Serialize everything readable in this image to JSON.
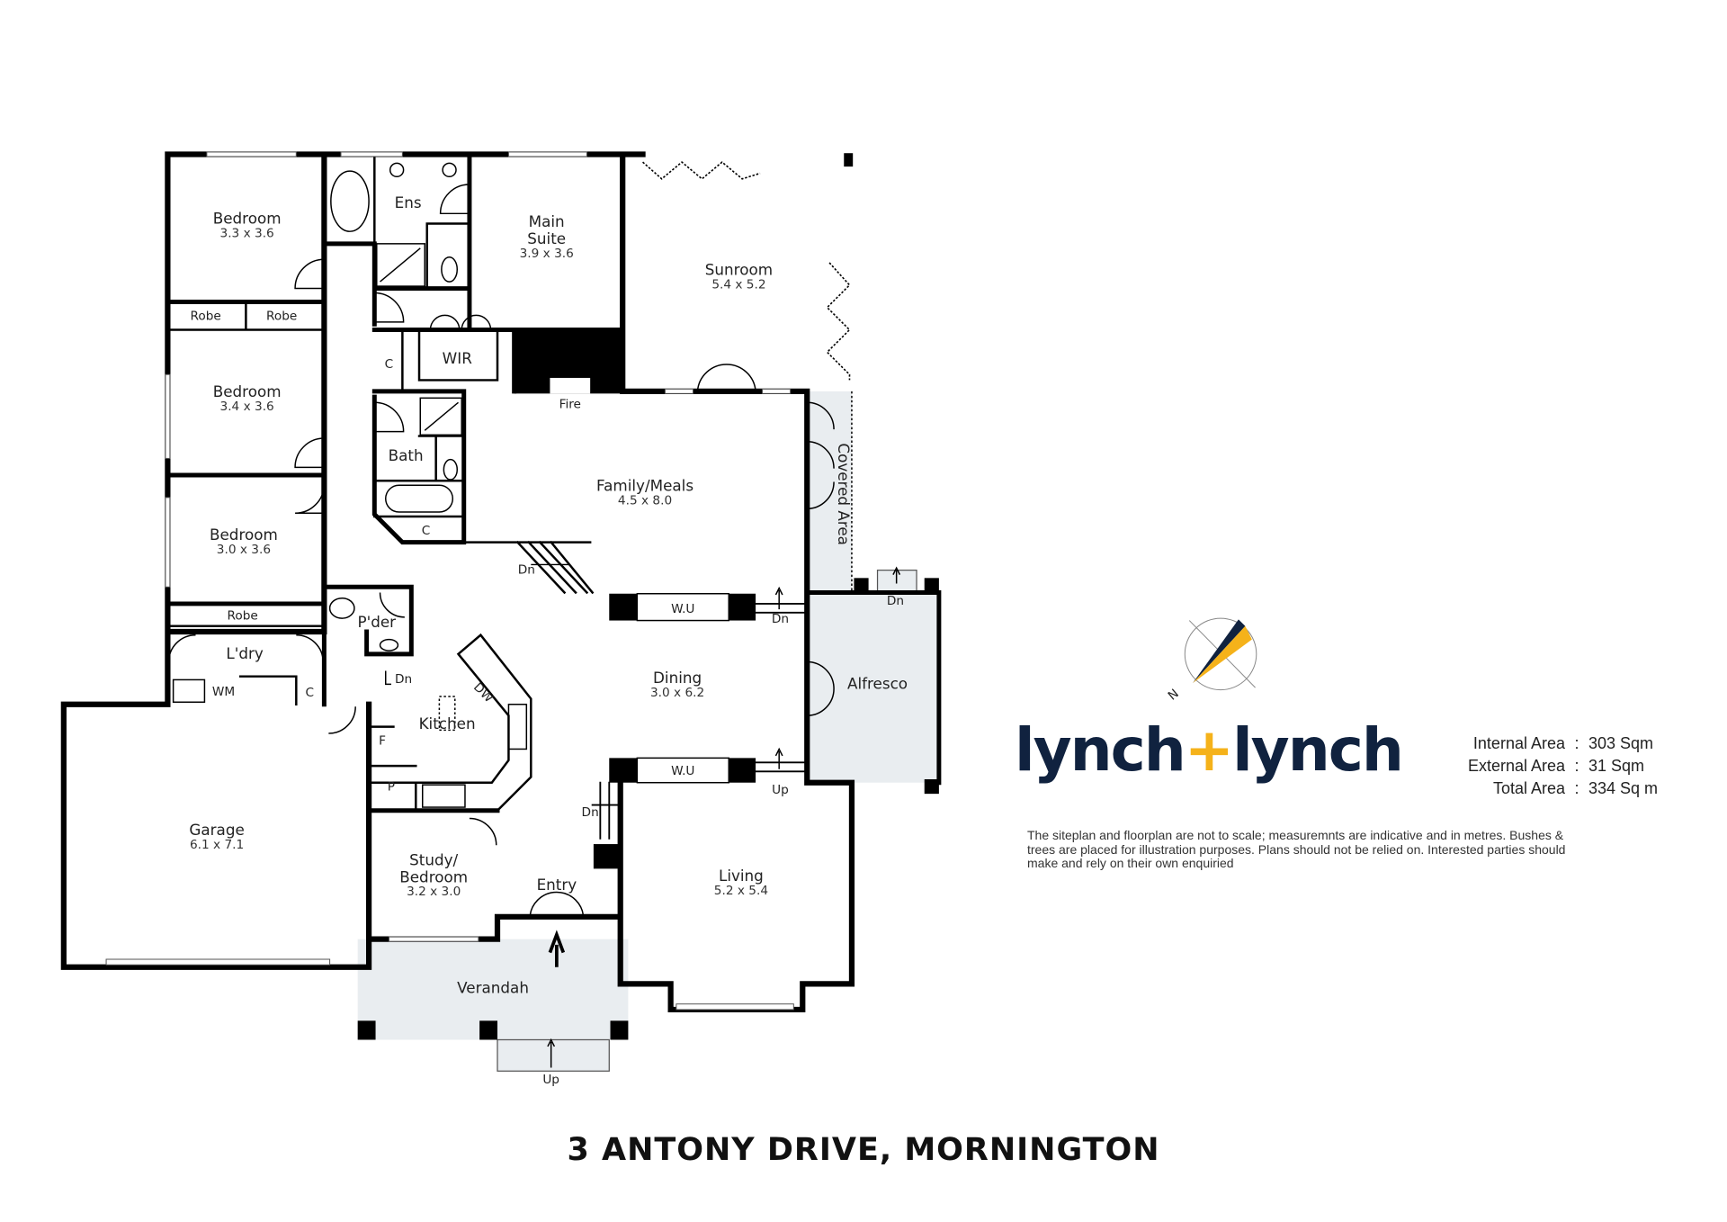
{
  "rooms": {
    "bed1": {
      "name": "Bedroom",
      "dim": "3.3 x 3.6"
    },
    "bed2": {
      "name": "Bedroom",
      "dim": "3.4 x 3.6"
    },
    "bed3": {
      "name": "Bedroom",
      "dim": "3.0 x 3.6"
    },
    "robe1": "Robe",
    "robe2": "Robe",
    "robe3": "Robe",
    "ens": "Ens",
    "main_suite": {
      "name1": "Main",
      "name2": "Suite",
      "dim": "3.9 x 3.6"
    },
    "wir": "WIR",
    "c1": "C",
    "c2": "C",
    "c3": "C",
    "fire": "Fire",
    "sunroom": {
      "name": "Sunroom",
      "dim": "5.4 x 5.2"
    },
    "bath": "Bath",
    "family": {
      "name": "Family/Meals",
      "dim": "4.5 x 8.0"
    },
    "covered": "Covered Area",
    "dn1": "Dn",
    "dn2": "Dn",
    "dn3": "Dn",
    "dn4": "Dn",
    "dn5": "Dn",
    "up1": "Up",
    "up2": "Up",
    "wu1": "W.U",
    "wu2": "W.U",
    "pder": "P'der",
    "ldry": "L'dry",
    "wm": "WM",
    "dining": {
      "name": "Dining",
      "dim": "3.0 x 6.2"
    },
    "alfresco": "Alfresco",
    "kitchen": "Kitchen",
    "dw": "DW",
    "f": "F",
    "p": "P",
    "garage": {
      "name": "Garage",
      "dim": "6.1 x 7.1"
    },
    "study": {
      "name1": "Study/",
      "name2": "Bedroom",
      "dim": "3.2 x 3.0"
    },
    "entry": "Entry",
    "living": {
      "name": "Living",
      "dim": "5.2 x 5.4"
    },
    "verandah": "Verandah"
  },
  "compass": {
    "label": "N"
  },
  "brand": {
    "part1": "lynch",
    "plus": "+",
    "part2": "lynch",
    "navy": "#10223f",
    "accent": "#f5b21a"
  },
  "areas": [
    {
      "label": "Internal Area",
      "value": "303 Sqm"
    },
    {
      "label": "External Area",
      "value": "31 Sqm"
    },
    {
      "label": "Total Area",
      "value": "334 Sq m"
    }
  ],
  "disclaimer": "The siteplan and floorplan are not to scale; measuremnts are indicative and in metres. Bushes & trees are placed for illustration purposes. Plans should not be relied on. Interested parties should make and rely on their own enquiried",
  "address": "3 ANTONY DRIVE, MORNINGTON"
}
